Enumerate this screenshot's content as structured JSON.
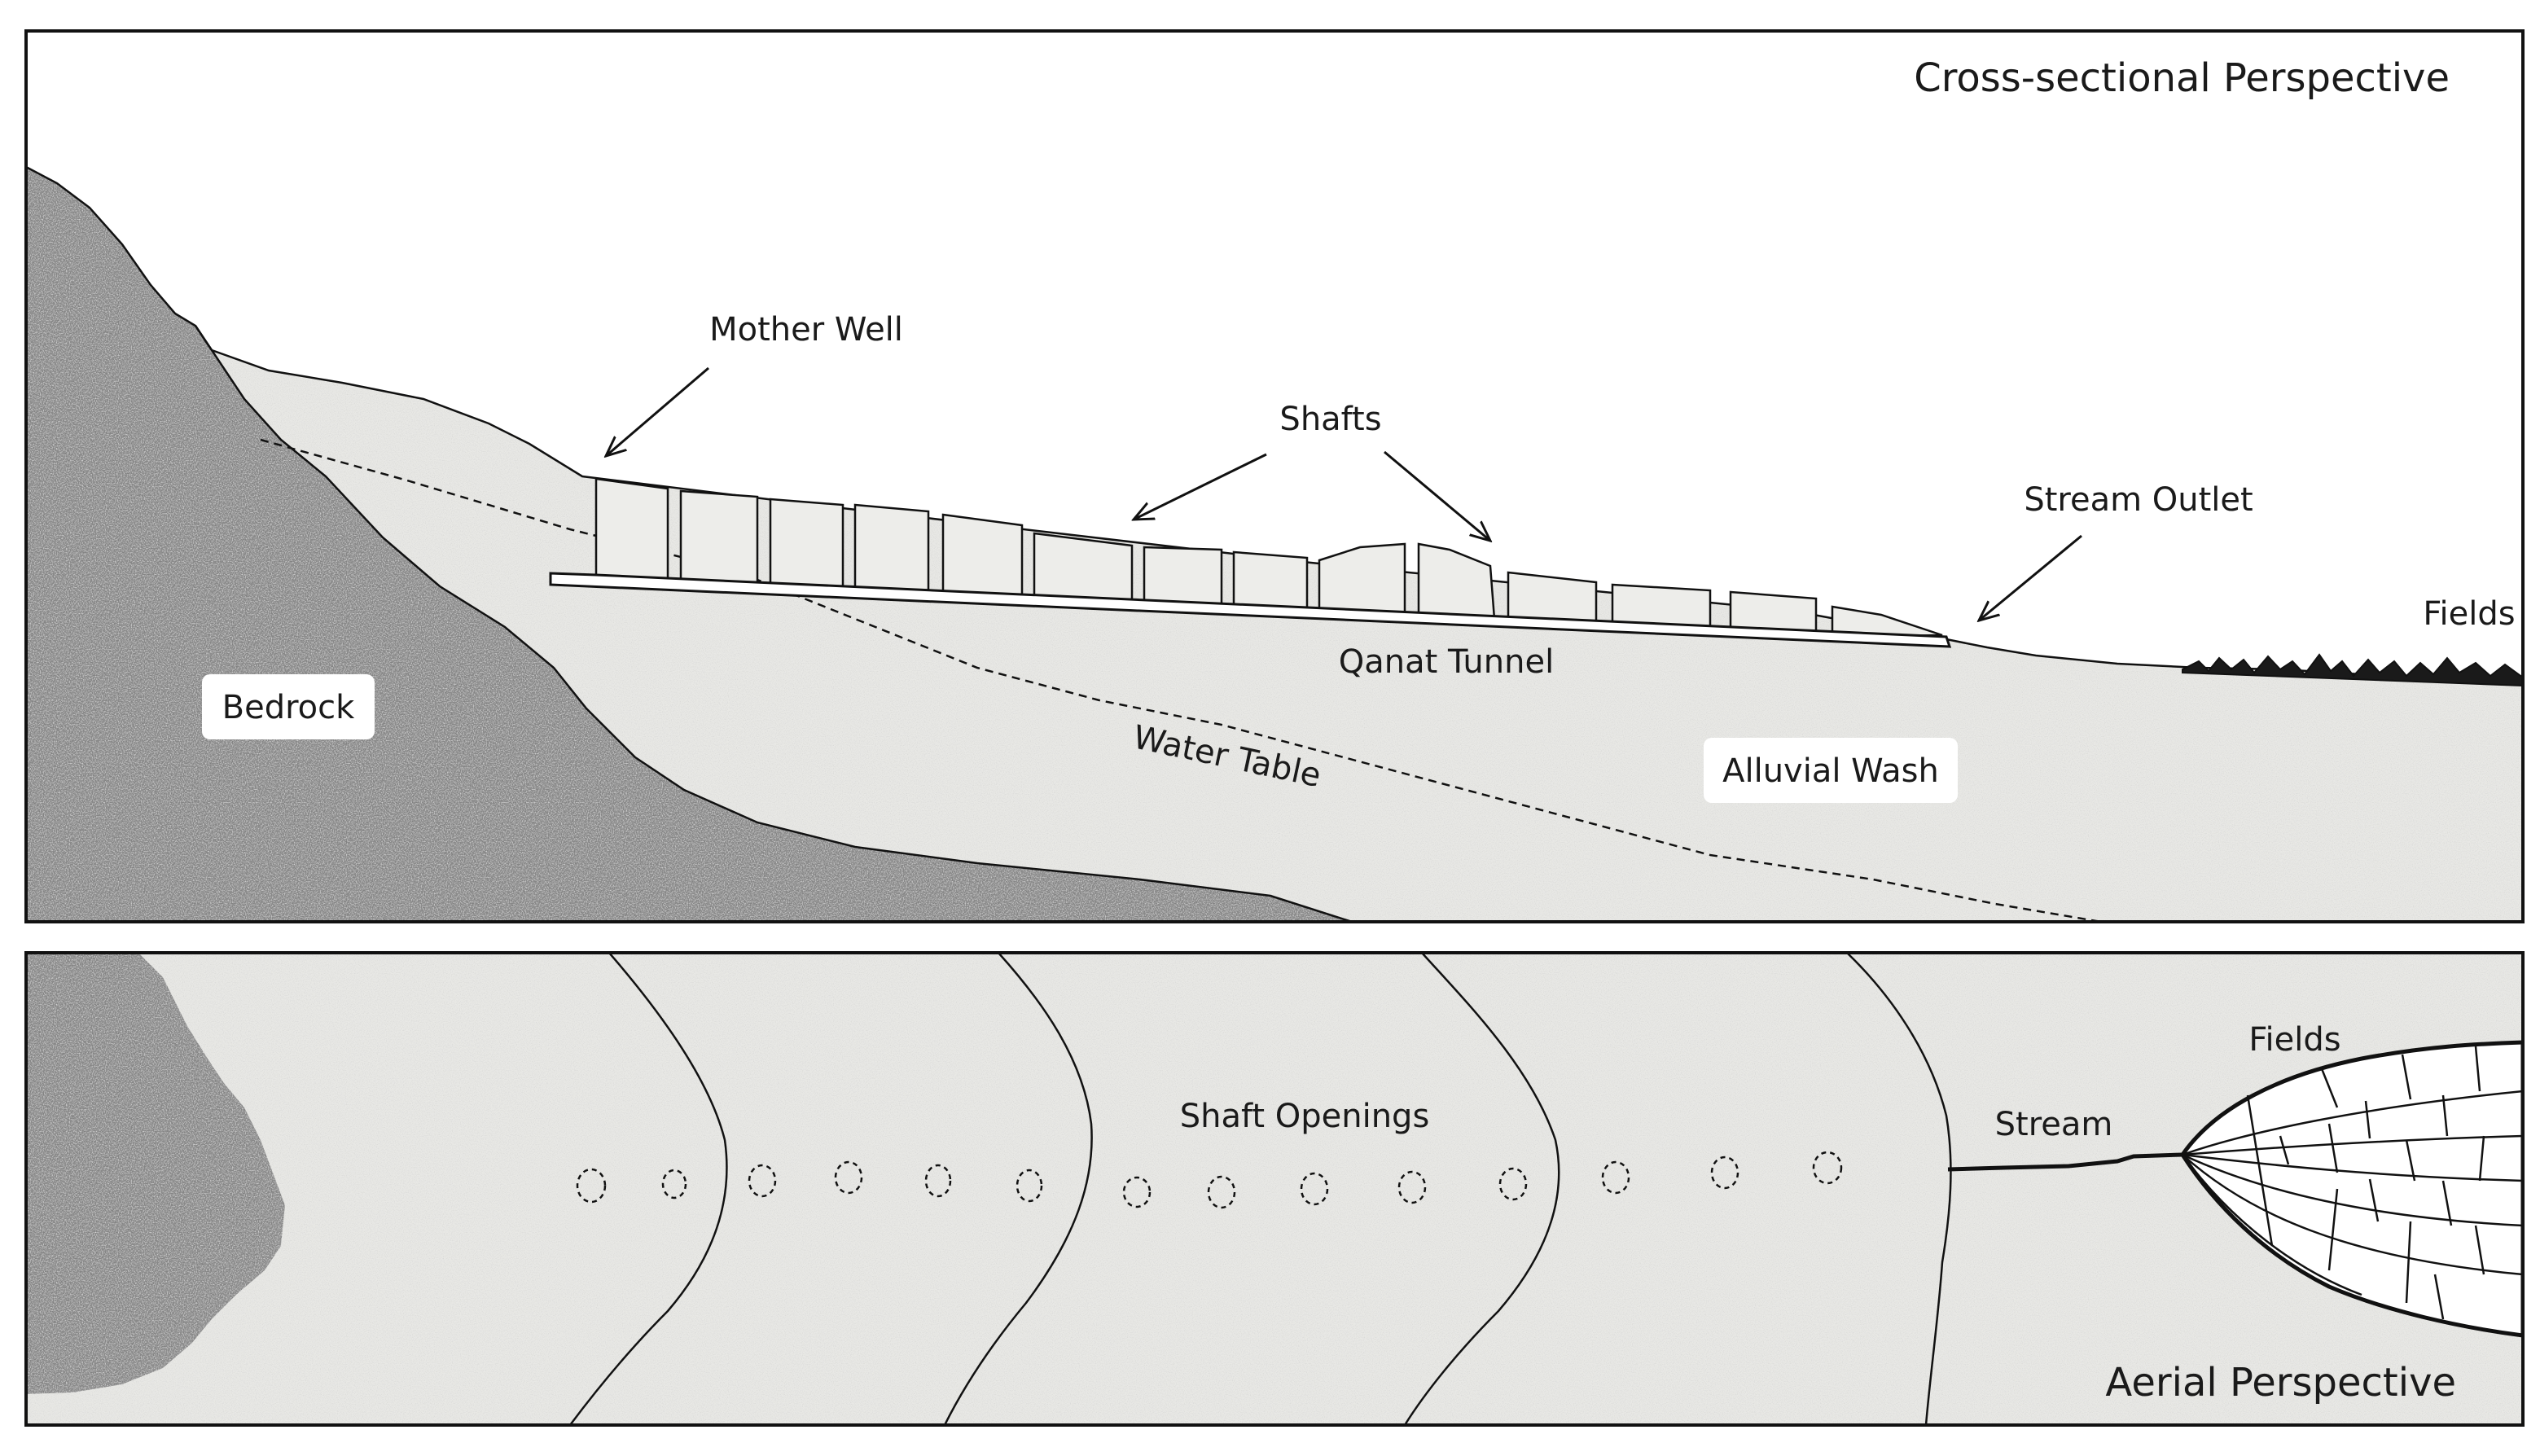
{
  "cross_section": {
    "title": "Cross-sectional Perspective",
    "labels": {
      "mother_well": "Mother Well",
      "shafts": "Shafts",
      "stream_outlet": "Stream Outlet",
      "fields": "Fields",
      "qanat_tunnel": "Qanat Tunnel",
      "bedrock": "Bedrock",
      "water_table": "Water Table",
      "alluvial_wash": "Alluvial Wash"
    }
  },
  "aerial": {
    "title": "Aerial Perspective",
    "labels": {
      "shaft_openings": "Shaft Openings",
      "stream": "Stream",
      "fields": "Fields"
    }
  },
  "colors": {
    "bedrock": "#8a8a8a",
    "alluvium": "#e8e8e5",
    "outline": "#111111"
  }
}
